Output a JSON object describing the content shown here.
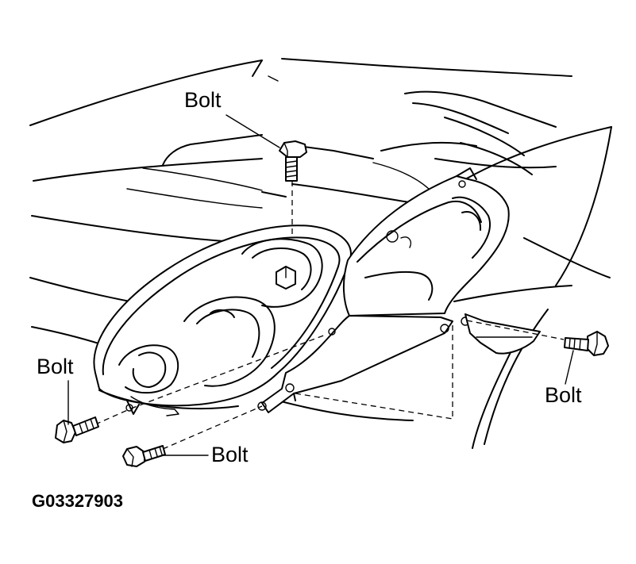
{
  "labels": {
    "bolt_top": "Bolt",
    "bolt_left": "Bolt",
    "bolt_bottom": "Bolt",
    "bolt_right": "Bolt"
  },
  "figure_id": "G03327903",
  "colors": {
    "line": "#000000",
    "background": "#ffffff"
  }
}
